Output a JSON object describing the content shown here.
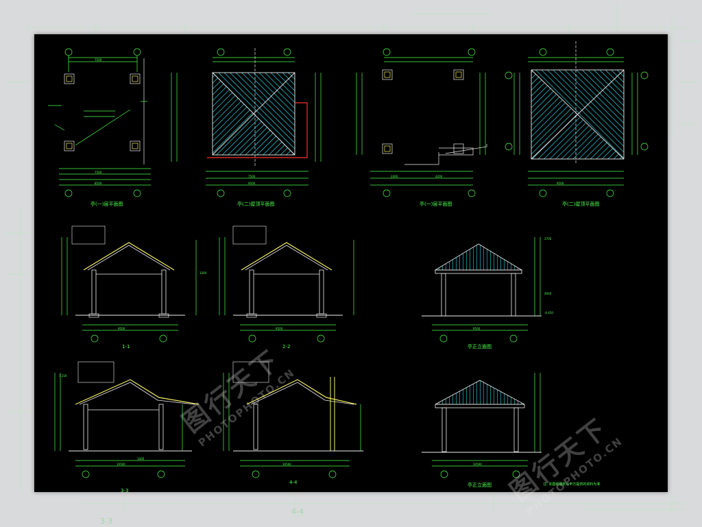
{
  "backdrop": {
    "labels": [
      "3-3",
      "4-4"
    ]
  },
  "watermark": {
    "text_cn": "图行天下",
    "text_en": "PHOTOPHOTO.CN"
  },
  "drawing": {
    "section_labels": [
      "1-1",
      "2-2",
      "3-3",
      "4-4"
    ],
    "dimensions": {
      "grid_7500": "7500",
      "grid_9500": "9500",
      "grid_2400": "2400",
      "grid_4200": "4200",
      "grid_10500": "10500",
      "grid_8500": "8500",
      "grid_1400": "1400",
      "elev_3300": "3300",
      "elev_4950": "4950",
      "elev_2700": "2700",
      "elev_650": "-0.450",
      "elev_7250": "7.250"
    },
    "note": "注: 本图纸图例以甲方提供的资料为准"
  },
  "colors": {
    "sheet": "#000000",
    "line_green": "#4dff4d",
    "line_cyan": "#2fd6e6",
    "line_white": "#f0f0f0",
    "line_yellow": "#f5f060",
    "line_red": "#ff3030",
    "backdrop": "#d9dadb"
  }
}
